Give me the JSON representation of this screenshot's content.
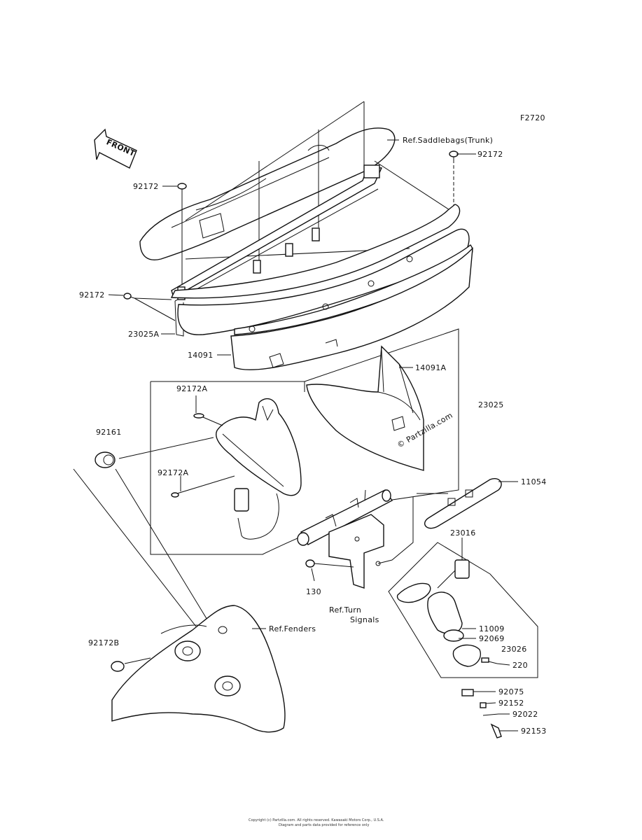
{
  "diagram": {
    "figure_code": "F2720",
    "front_arrow_text": "FRONT",
    "watermark": "© Partzilla.com",
    "labels": [
      {
        "id": "ref-saddlebags",
        "text": "Ref.Saddlebags(Trunk)"
      },
      {
        "id": "p92172-top-right",
        "text": "92172"
      },
      {
        "id": "p92172-top-left",
        "text": "92172"
      },
      {
        "id": "p92172-left",
        "text": "92172"
      },
      {
        "id": "p23025a",
        "text": "23025A"
      },
      {
        "id": "p14091",
        "text": "14091"
      },
      {
        "id": "p14091a",
        "text": "14091A"
      },
      {
        "id": "p23025",
        "text": "23025"
      },
      {
        "id": "p92172a-top",
        "text": "92172A"
      },
      {
        "id": "p92161",
        "text": "92161"
      },
      {
        "id": "p92172a-bottom",
        "text": "92172A"
      },
      {
        "id": "p11054",
        "text": "11054"
      },
      {
        "id": "p23016",
        "text": "23016"
      },
      {
        "id": "p130",
        "text": "130"
      },
      {
        "id": "ref-turn",
        "text": "Ref.Turn"
      },
      {
        "id": "ref-signals",
        "text": "Signals"
      },
      {
        "id": "ref-fenders",
        "text": "Ref.Fenders"
      },
      {
        "id": "p92172b",
        "text": "92172B"
      },
      {
        "id": "p11009",
        "text": "11009"
      },
      {
        "id": "p92069",
        "text": "92069"
      },
      {
        "id": "p23026",
        "text": "23026"
      },
      {
        "id": "p220",
        "text": "220"
      },
      {
        "id": "p92075",
        "text": "92075"
      },
      {
        "id": "p92152",
        "text": "92152"
      },
      {
        "id": "p92022",
        "text": "92022"
      },
      {
        "id": "p92153",
        "text": "92153"
      }
    ],
    "footer_line1": "Copyright (c) Partzilla.com. All rights reserved. Kawasaki Motors Corp., U.S.A.",
    "footer_line2": "Diagram and parts data provided for reference only"
  }
}
